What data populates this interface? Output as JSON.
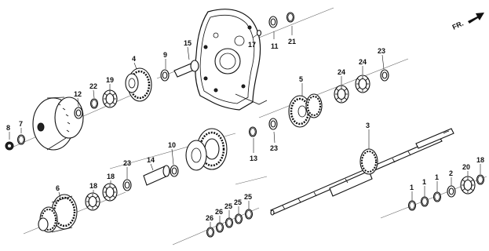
{
  "diagram": {
    "direction_label": "FR.",
    "callouts": [
      {
        "id": "c8",
        "text": "8"
      },
      {
        "id": "c7",
        "text": "7"
      },
      {
        "id": "c12",
        "text": "12"
      },
      {
        "id": "c22",
        "text": "22"
      },
      {
        "id": "c19",
        "text": "19"
      },
      {
        "id": "c4",
        "text": "4"
      },
      {
        "id": "c9",
        "text": "9"
      },
      {
        "id": "c15",
        "text": "15"
      },
      {
        "id": "c17",
        "text": "17"
      },
      {
        "id": "c11",
        "text": "11"
      },
      {
        "id": "c21",
        "text": "21"
      },
      {
        "id": "c5",
        "text": "5"
      },
      {
        "id": "c24a",
        "text": "24"
      },
      {
        "id": "c24b",
        "text": "24"
      },
      {
        "id": "c23a",
        "text": "23"
      },
      {
        "id": "c23b",
        "text": "23"
      },
      {
        "id": "c13",
        "text": "13"
      },
      {
        "id": "c10",
        "text": "10"
      },
      {
        "id": "c14",
        "text": "14"
      },
      {
        "id": "c23c",
        "text": "23"
      },
      {
        "id": "c18a",
        "text": "18"
      },
      {
        "id": "c18b",
        "text": "18"
      },
      {
        "id": "c6",
        "text": "6"
      },
      {
        "id": "c3",
        "text": "3"
      },
      {
        "id": "c1a",
        "text": "1"
      },
      {
        "id": "c1b",
        "text": "1"
      },
      {
        "id": "c1c",
        "text": "1"
      },
      {
        "id": "c2",
        "text": "2"
      },
      {
        "id": "c20",
        "text": "20"
      },
      {
        "id": "c18c",
        "text": "18"
      },
      {
        "id": "c26a",
        "text": "26"
      },
      {
        "id": "c26b",
        "text": "26"
      },
      {
        "id": "c25a",
        "text": "25"
      },
      {
        "id": "c25b",
        "text": "25"
      },
      {
        "id": "c25c",
        "text": "25"
      }
    ]
  }
}
